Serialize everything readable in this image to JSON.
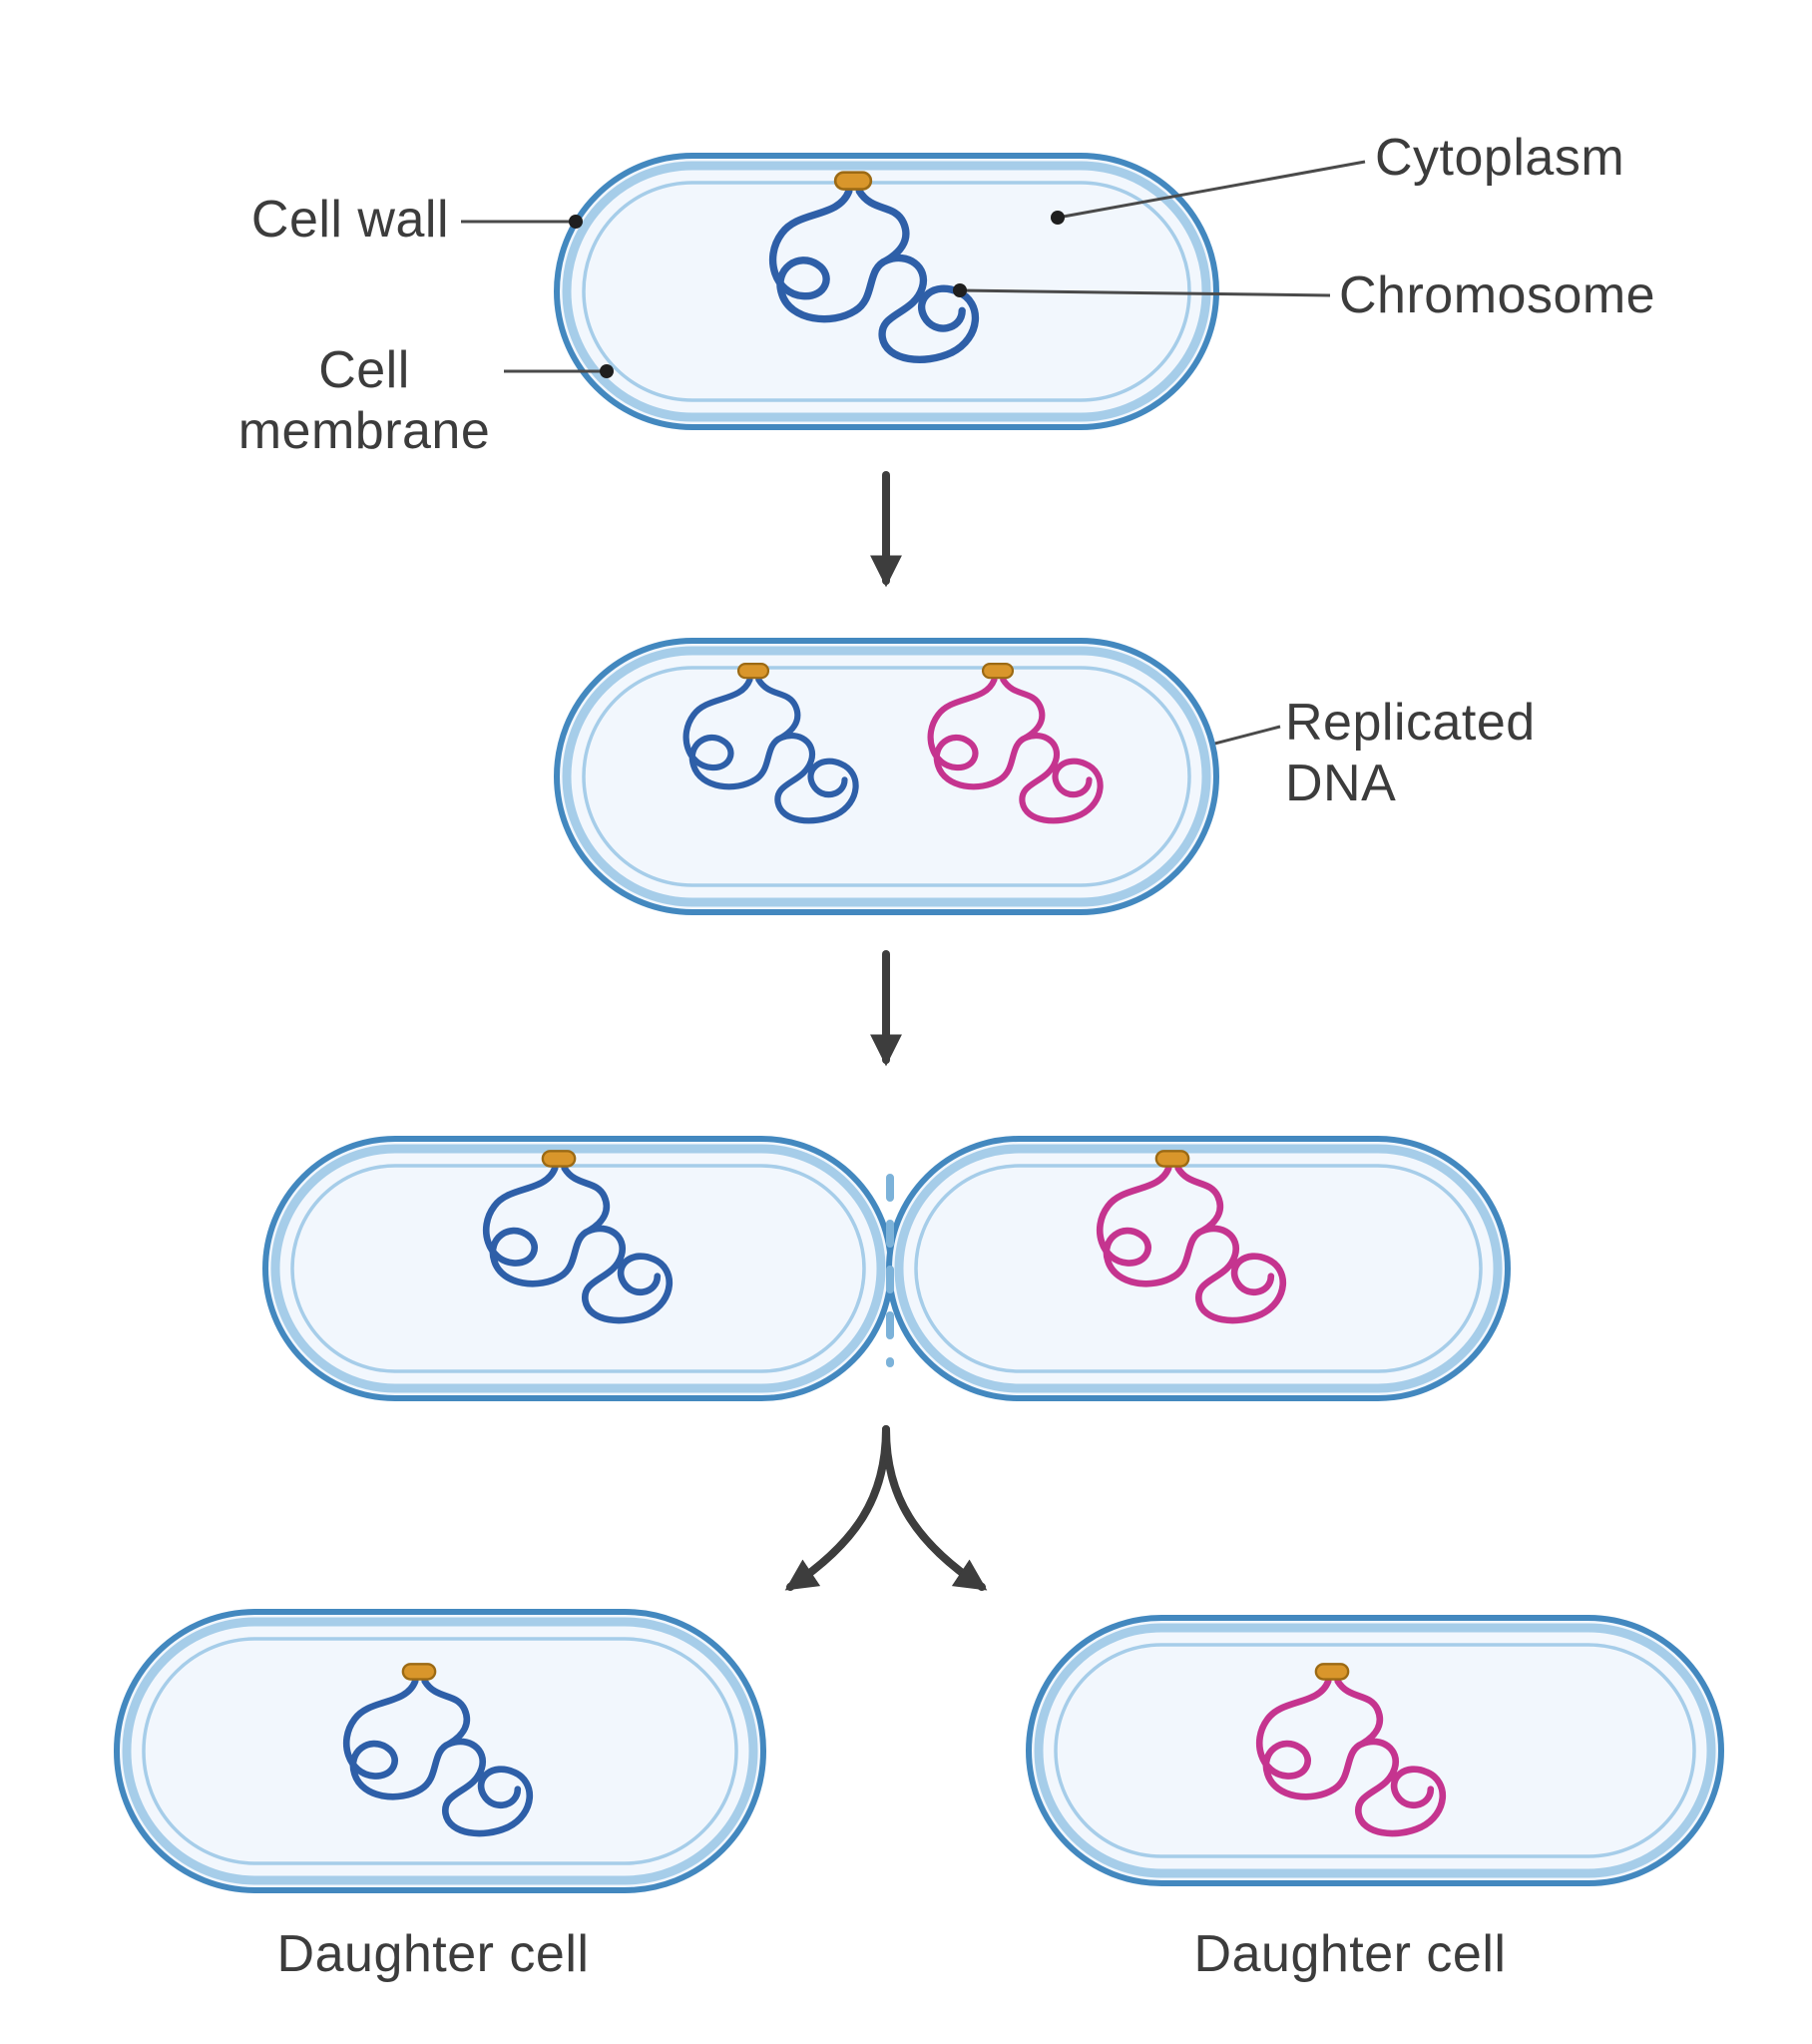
{
  "labels": {
    "cell_wall": "Cell wall",
    "cell_membrane": "Cell membrane",
    "cytoplasm": "Cytoplasm",
    "chromosome": "Chromosome",
    "replicated_dna": "Replicated DNA",
    "daughter_cell_left": "Daughter cell",
    "daughter_cell_right": "Daughter cell"
  },
  "colors": {
    "chromosome_blue": "#2e5fa8",
    "chromosome_pink": "#c5348f",
    "origin_fill": "#d9962b",
    "origin_stroke": "#9c6a14",
    "cell_stroke": "#4388bf",
    "cell_band": "#a6cde9",
    "cell_fill": "#f2f7fd",
    "septum_dash": "#7cb2d9",
    "text": "#3c3c3c",
    "arrow": "#3d3d3d",
    "leader": "#4a4a4a",
    "leader_dot": "#1f1f1f"
  }
}
